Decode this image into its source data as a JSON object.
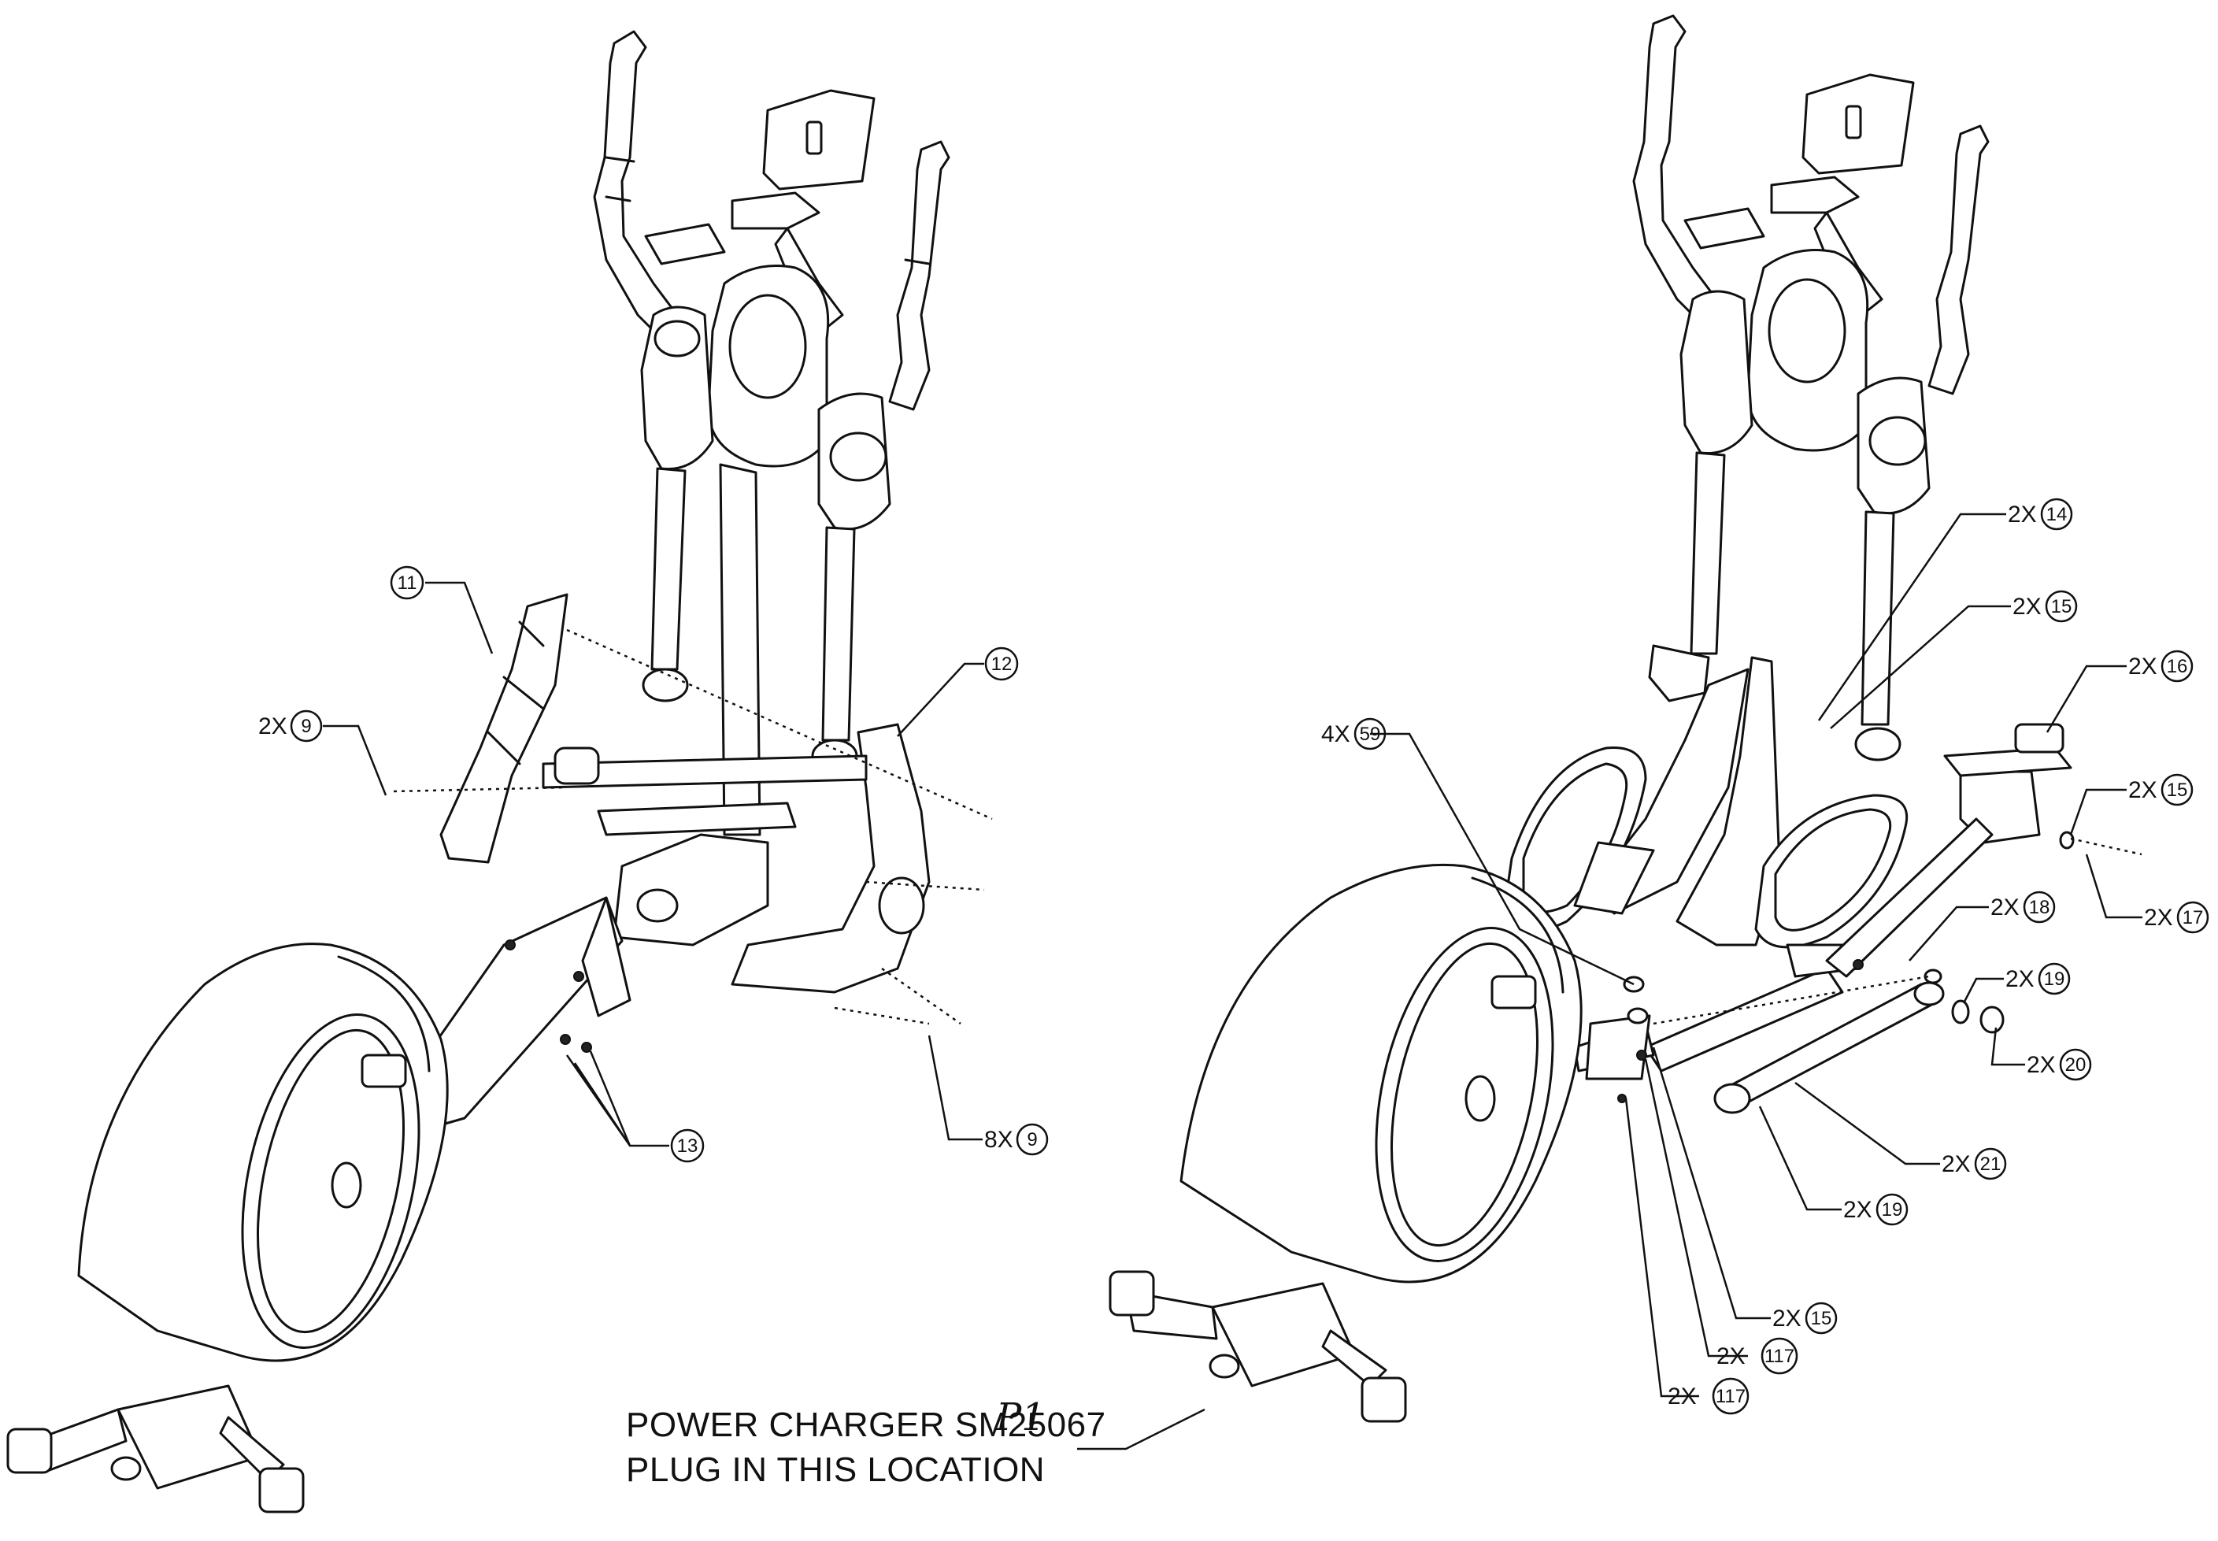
{
  "callouts": {
    "c11": {
      "prefix": "",
      "num": "11"
    },
    "c12": {
      "prefix": "",
      "num": "12"
    },
    "c9a": {
      "prefix": "2X",
      "num": "9"
    },
    "c9b": {
      "prefix": "8X",
      "num": "9"
    },
    "c13": {
      "prefix": "",
      "num": "13"
    },
    "c14": {
      "prefix": "2X",
      "num": "14"
    },
    "c15a": {
      "prefix": "2X",
      "num": "15"
    },
    "c16": {
      "prefix": "2X",
      "num": "16"
    },
    "c15b": {
      "prefix": "2X",
      "num": "15"
    },
    "c17": {
      "prefix": "2X",
      "num": "17"
    },
    "c18": {
      "prefix": "2X",
      "num": "18"
    },
    "c19a": {
      "prefix": "2X",
      "num": "19"
    },
    "c20": {
      "prefix": "2X",
      "num": "20"
    },
    "c21": {
      "prefix": "2X",
      "num": "21"
    },
    "c19b": {
      "prefix": "2X",
      "num": "19"
    },
    "c59": {
      "prefix": "4X",
      "num": "59"
    },
    "c15c": {
      "prefix": "2X",
      "num": "15"
    },
    "c117a": {
      "prefix": "2X",
      "num": "117"
    },
    "c117b": {
      "prefix": "2X",
      "num": "117"
    }
  },
  "note": {
    "line1": "POWER CHARGER SM25067",
    "line2": "PLUG IN THIS LOCATION",
    "handwritten": "P1"
  }
}
